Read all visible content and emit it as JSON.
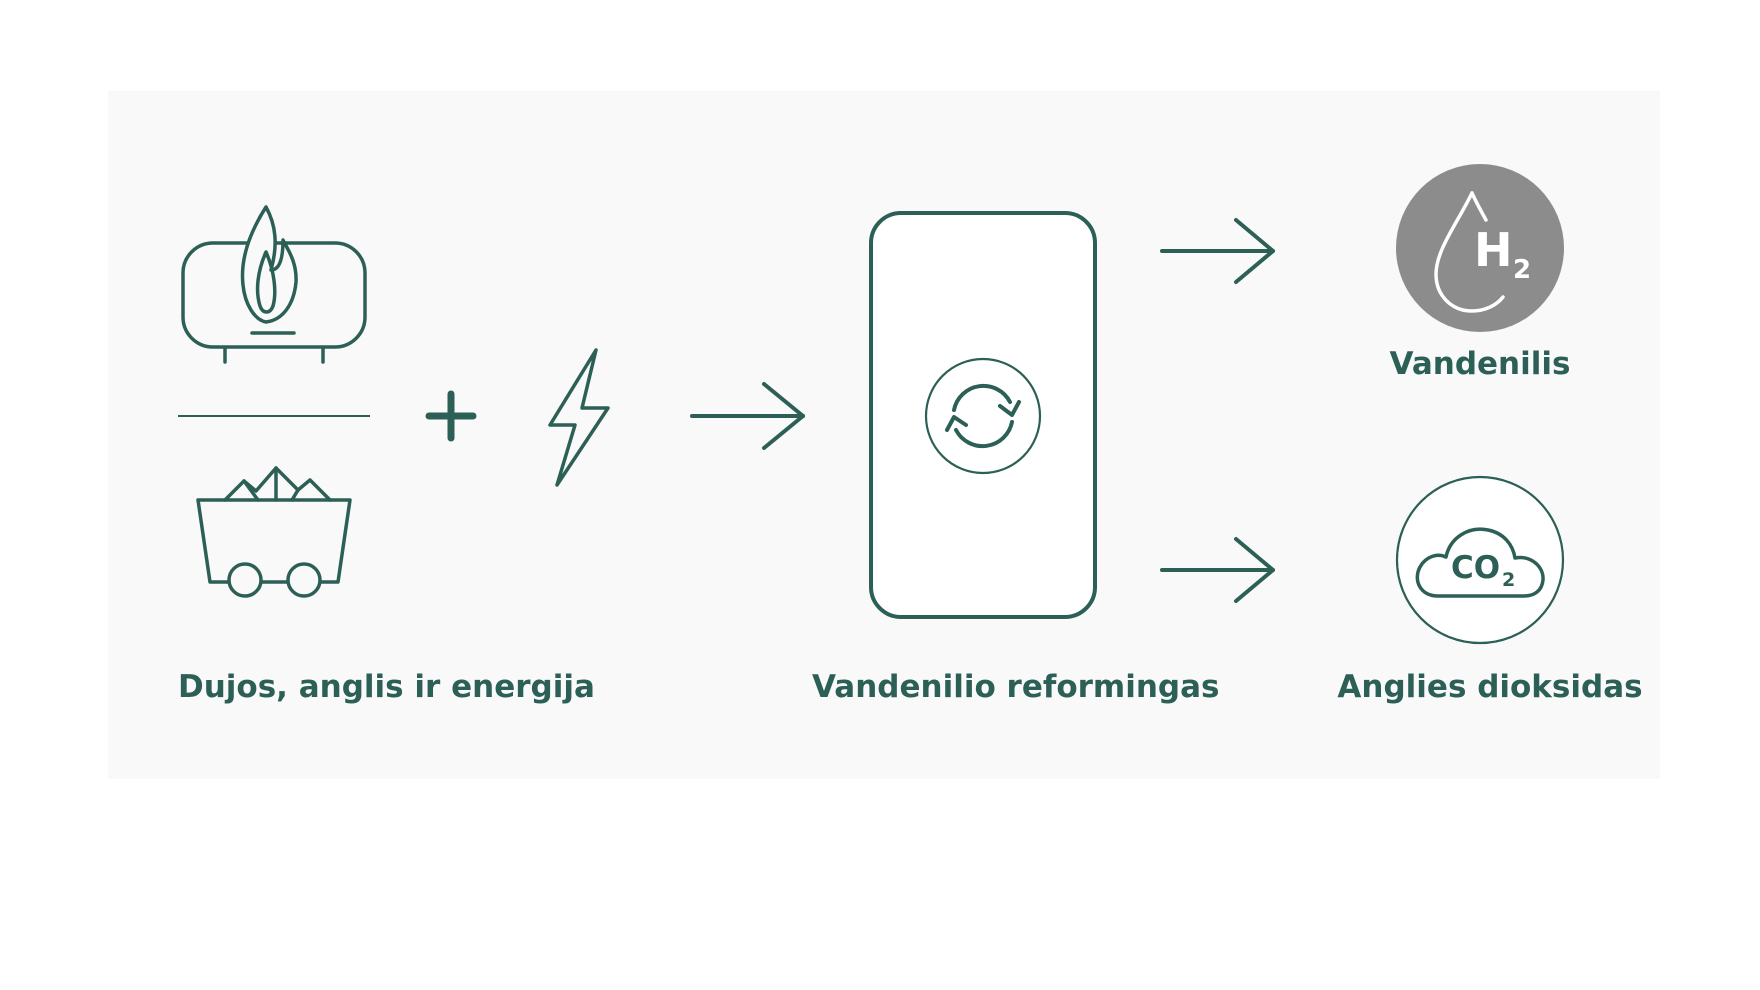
{
  "labels": {
    "inputs": "Dujos, anglis ir energija",
    "process": "Vandenilio reformingas",
    "output_hydrogen": "Vandenilis",
    "output_co2": "Anglies dioksidas"
  },
  "badges": {
    "hydrogen_main": "H",
    "hydrogen_sub": "2",
    "co2_main": "CO",
    "co2_sub": "2"
  },
  "icons": {
    "gas": "gas-tank-flame-icon",
    "coal": "coal-cart-icon",
    "plus": "plus-icon",
    "energy": "lightning-bolt-icon",
    "reformer": "reformer-cycle-icon",
    "hydrogen": "hydrogen-drop-icon",
    "co2": "co2-cloud-icon"
  },
  "colors": {
    "primary": "#2c5f55",
    "hydrogen_badge": "#8c8c8c",
    "panel": "#f9f9f9"
  }
}
